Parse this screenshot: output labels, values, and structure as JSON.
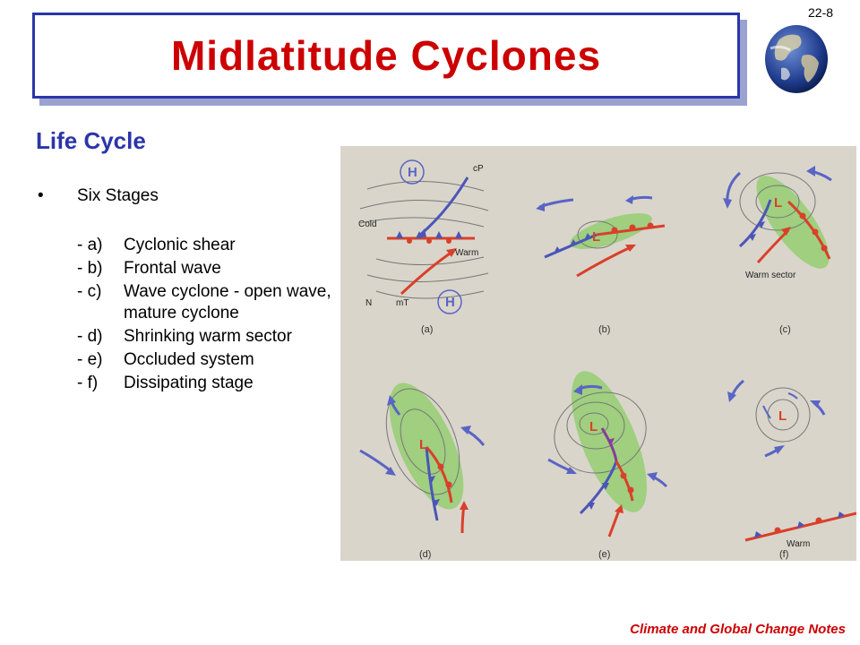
{
  "slide_number": "22-8",
  "title": "Midlatitude Cyclones",
  "subheading": "Life Cycle",
  "bullet": {
    "symbol": "•",
    "text": "Six Stages"
  },
  "stages": [
    {
      "label": "- a)",
      "text": "Cyclonic shear"
    },
    {
      "label": "- b)",
      "text": "Frontal wave"
    },
    {
      "label": "- c)",
      "text": "Wave cyclone - open wave, mature cyclone"
    },
    {
      "label": "- d)",
      "text": "Shrinking warm sector"
    },
    {
      "label": "- e)",
      "text": "Occluded system"
    },
    {
      "label": "- f)",
      "text": "Dissipating stage"
    }
  ],
  "figure": {
    "panel_labels": [
      "(a)",
      "(b)",
      "(c)",
      "(d)",
      "(e)",
      "(f)"
    ],
    "map_labels": {
      "cP": "cP",
      "cold": "Cold",
      "warm": "Warm",
      "N": "N",
      "mT": "mT",
      "warm_sector": "Warm sector",
      "warm_f": "Warm"
    },
    "high": "H",
    "low": "L",
    "colors": {
      "cold_front": "#4b55b8",
      "warm_front": "#d9402a",
      "warm_air": "#f26a3d",
      "cold_air": "#5a64c4",
      "precip": "#9fcf7f",
      "isobar": "#777777",
      "low_letter": "#d9402a",
      "high_letter": "#5a64c4",
      "occluded": "#8a3a9a"
    }
  },
  "footer": "Climate and Global Change Notes"
}
